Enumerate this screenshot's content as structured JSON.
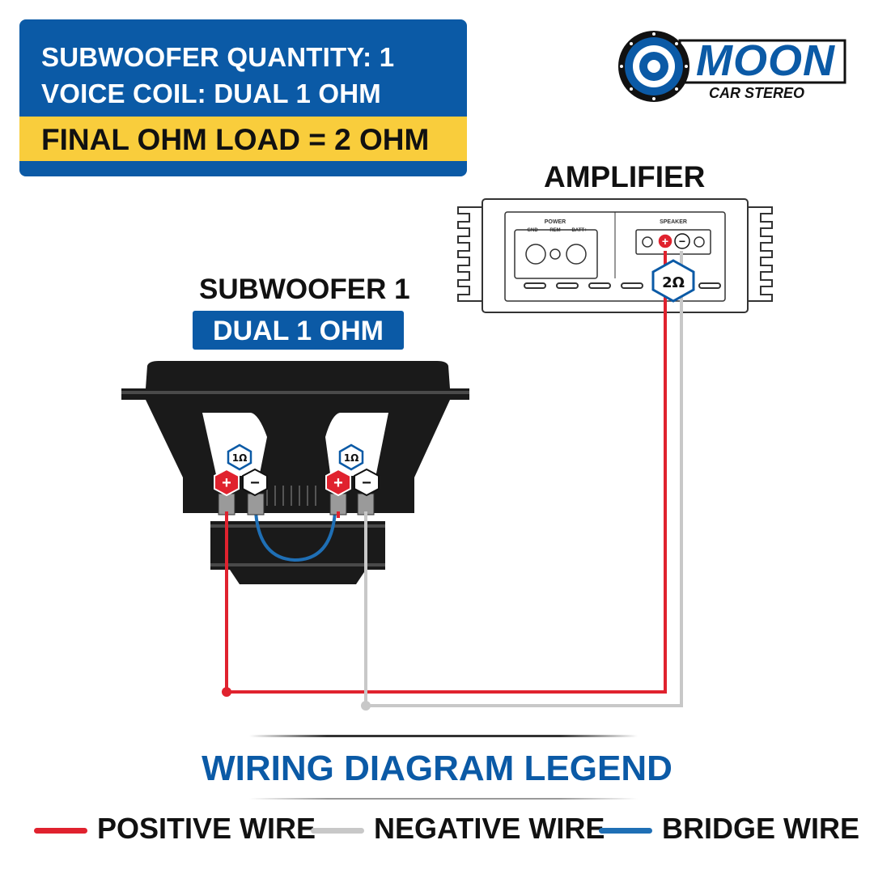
{
  "info": {
    "line1": "SUBWOOFER QUANTITY: 1",
    "line2": "VOICE COIL: DUAL 1 OHM",
    "final": "FINAL OHM LOAD = 2 OHM"
  },
  "logo": {
    "word": "MOON",
    "sub": "CAR STEREO",
    "color": "#0b5aa6"
  },
  "amplifier": {
    "title": "AMPLIFIER",
    "power_label": "POWER",
    "gnd": "GND",
    "rem": "REM",
    "batt": "BATT+",
    "speaker_label": "SPEAKER",
    "load": "2Ω"
  },
  "subwoofer": {
    "title": "SUBWOOFER 1",
    "badge": "DUAL 1 OHM",
    "coil1_load": "1Ω",
    "coil2_load": "1Ω",
    "plus": "+",
    "minus": "−"
  },
  "legend": {
    "title": "WIRING DIAGRAM LEGEND",
    "items": [
      {
        "label": "POSITIVE WIRE",
        "color": "#e0222e"
      },
      {
        "label": "NEGATIVE WIRE",
        "color": "#c8c8c8"
      },
      {
        "label": "BRIDGE WIRE",
        "color": "#1f6fb5"
      }
    ]
  },
  "colors": {
    "blue": "#0b5aa6",
    "yellow": "#f9cd3c",
    "positive": "#e0222e",
    "negative": "#c8c8c8",
    "bridge": "#1f6fb5"
  }
}
